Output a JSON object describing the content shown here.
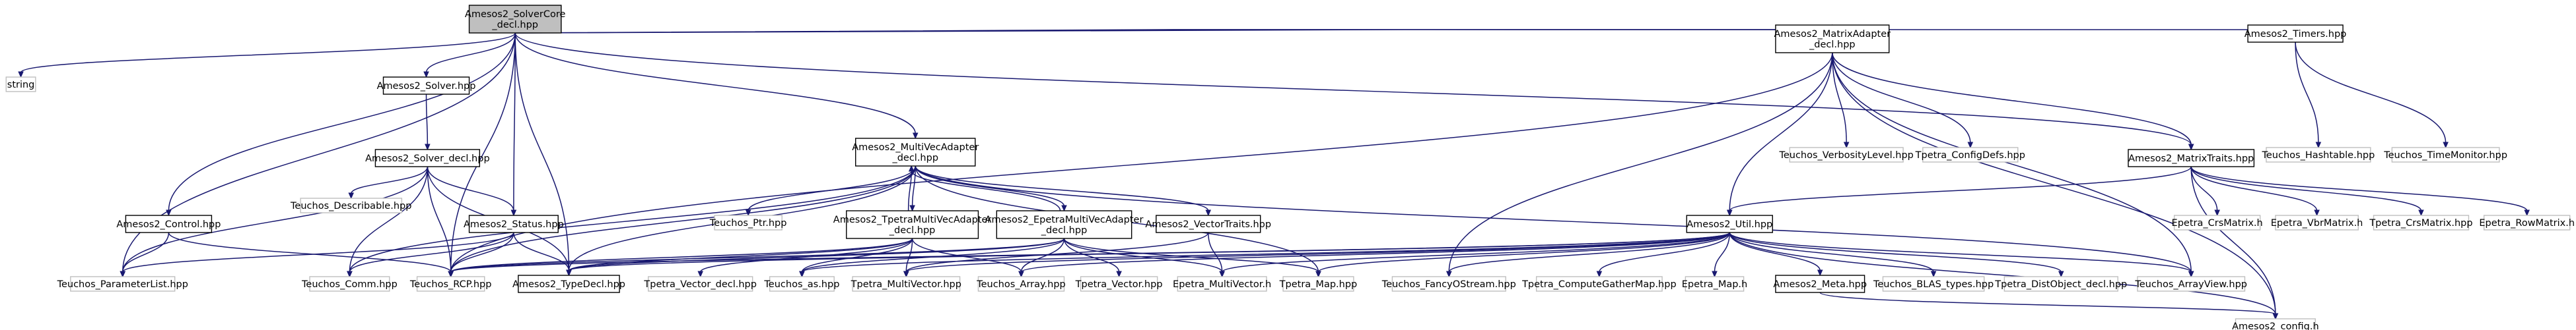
{
  "colors": {
    "edge": "#191970",
    "root_fill": "#bfbfbf",
    "root_stroke": "#000000",
    "documented_stroke": "#000000",
    "external_stroke": "#bfbfbf",
    "box_fill": "#ffffff"
  },
  "nodes": [
    {
      "id": "solvercore",
      "lines": [
        "Amesos2_SolverCore",
        "_decl.hpp"
      ],
      "style": "root"
    },
    {
      "id": "string",
      "lines": [
        "string"
      ],
      "style": "external"
    },
    {
      "id": "solver_hpp",
      "lines": [
        "Amesos2_Solver.hpp"
      ],
      "style": "documented"
    },
    {
      "id": "solver_decl",
      "lines": [
        "Amesos2_Solver_decl.hpp"
      ],
      "style": "documented"
    },
    {
      "id": "describable",
      "lines": [
        "Teuchos_Describable.hpp"
      ],
      "style": "external"
    },
    {
      "id": "control",
      "lines": [
        "Amesos2_Control.hpp"
      ],
      "style": "documented"
    },
    {
      "id": "status",
      "lines": [
        "Amesos2_Status.hpp"
      ],
      "style": "documented"
    },
    {
      "id": "paramlist",
      "lines": [
        "Teuchos_ParameterList.hpp"
      ],
      "style": "external"
    },
    {
      "id": "comm",
      "lines": [
        "Teuchos_Comm.hpp"
      ],
      "style": "external"
    },
    {
      "id": "rcp",
      "lines": [
        "Teuchos_RCP.hpp"
      ],
      "style": "external"
    },
    {
      "id": "typedecl",
      "lines": [
        "Amesos2_TypeDecl.hpp"
      ],
      "style": "documented"
    },
    {
      "id": "mvadapter",
      "lines": [
        "Amesos2_MultiVecAdapter",
        "_decl.hpp"
      ],
      "style": "documented"
    },
    {
      "id": "ptr",
      "lines": [
        "Teuchos_Ptr.hpp"
      ],
      "style": "external"
    },
    {
      "id": "tpetra_mv_adapter",
      "lines": [
        "Amesos2_TpetraMultiVecAdapter",
        "_decl.hpp"
      ],
      "style": "documented"
    },
    {
      "id": "epetra_mv_adapter",
      "lines": [
        "Amesos2_EpetraMultiVecAdapter",
        "_decl.hpp"
      ],
      "style": "documented"
    },
    {
      "id": "vectortraits",
      "lines": [
        "Amesos2_VectorTraits.hpp"
      ],
      "style": "documented"
    },
    {
      "id": "tpetra_vector_decl",
      "lines": [
        "Tpetra_Vector_decl.hpp"
      ],
      "style": "external"
    },
    {
      "id": "as",
      "lines": [
        "Teuchos_as.hpp"
      ],
      "style": "external"
    },
    {
      "id": "tpetra_multivector",
      "lines": [
        "Tpetra_MultiVector.hpp"
      ],
      "style": "external"
    },
    {
      "id": "teuchos_array",
      "lines": [
        "Teuchos_Array.hpp"
      ],
      "style": "external"
    },
    {
      "id": "tpetra_vector",
      "lines": [
        "Tpetra_Vector.hpp"
      ],
      "style": "external"
    },
    {
      "id": "epetra_multivector",
      "lines": [
        "Epetra_MultiVector.h"
      ],
      "style": "external"
    },
    {
      "id": "tpetra_map",
      "lines": [
        "Tpetra_Map.hpp"
      ],
      "style": "external"
    },
    {
      "id": "matrixadapter",
      "lines": [
        "Amesos2_MatrixAdapter",
        "_decl.hpp"
      ],
      "style": "documented"
    },
    {
      "id": "verbositylevel",
      "lines": [
        "Teuchos_VerbosityLevel.hpp"
      ],
      "style": "external"
    },
    {
      "id": "tpetra_configdefs",
      "lines": [
        "Tpetra_ConfigDefs.hpp"
      ],
      "style": "external"
    },
    {
      "id": "util",
      "lines": [
        "Amesos2_Util.hpp"
      ],
      "style": "documented"
    },
    {
      "id": "fancyostream",
      "lines": [
        "Teuchos_FancyOStream.hpp"
      ],
      "style": "external"
    },
    {
      "id": "computegathermap",
      "lines": [
        "Tpetra_ComputeGatherMap.hpp"
      ],
      "style": "external"
    },
    {
      "id": "epetra_map",
      "lines": [
        "Epetra_Map.h"
      ],
      "style": "external"
    },
    {
      "id": "meta",
      "lines": [
        "Amesos2_Meta.hpp"
      ],
      "style": "documented"
    },
    {
      "id": "blas_types",
      "lines": [
        "Teuchos_BLAS_types.hpp"
      ],
      "style": "external"
    },
    {
      "id": "distobject",
      "lines": [
        "Tpetra_DistObject_decl.hpp"
      ],
      "style": "external"
    },
    {
      "id": "arrayview",
      "lines": [
        "Teuchos_ArrayView.hpp"
      ],
      "style": "external"
    },
    {
      "id": "config",
      "lines": [
        "Amesos2_config.h"
      ],
      "style": "external"
    },
    {
      "id": "matrixtraits",
      "lines": [
        "Amesos2_MatrixTraits.hpp"
      ],
      "style": "documented"
    },
    {
      "id": "epetra_crsmatrix",
      "lines": [
        "Epetra_CrsMatrix.h"
      ],
      "style": "external"
    },
    {
      "id": "epetra_vbrmatrix",
      "lines": [
        "Epetra_VbrMatrix.h"
      ],
      "style": "external"
    },
    {
      "id": "tpetra_crsmatrix",
      "lines": [
        "Tpetra_CrsMatrix.hpp"
      ],
      "style": "external"
    },
    {
      "id": "epetra_rowmatrix",
      "lines": [
        "Epetra_RowMatrix.h"
      ],
      "style": "external"
    },
    {
      "id": "timers",
      "lines": [
        "Amesos2_Timers.hpp"
      ],
      "style": "documented"
    },
    {
      "id": "hashtable",
      "lines": [
        "Teuchos_Hashtable.hpp"
      ],
      "style": "external"
    },
    {
      "id": "timemonitor",
      "lines": [
        "Teuchos_TimeMonitor.hpp"
      ],
      "style": "external"
    }
  ],
  "edges": [
    [
      "solvercore",
      "string"
    ],
    [
      "solvercore",
      "solver_hpp"
    ],
    [
      "solvercore",
      "control"
    ],
    [
      "solvercore",
      "paramlist"
    ],
    [
      "solvercore",
      "status"
    ],
    [
      "solvercore",
      "rcp"
    ],
    [
      "solvercore",
      "typedecl"
    ],
    [
      "solvercore",
      "mvadapter"
    ],
    [
      "solvercore",
      "matrixadapter"
    ],
    [
      "solvercore",
      "matrixtraits"
    ],
    [
      "solvercore",
      "timers"
    ],
    [
      "solver_hpp",
      "solver_decl"
    ],
    [
      "solver_decl",
      "paramlist"
    ],
    [
      "solver_decl",
      "describable"
    ],
    [
      "solver_decl",
      "comm"
    ],
    [
      "solver_decl",
      "rcp"
    ],
    [
      "solver_decl",
      "status"
    ],
    [
      "solver_decl",
      "typedecl"
    ],
    [
      "control",
      "paramlist"
    ],
    [
      "control",
      "rcp"
    ],
    [
      "status",
      "paramlist"
    ],
    [
      "status",
      "comm"
    ],
    [
      "status",
      "rcp"
    ],
    [
      "status",
      "typedecl"
    ],
    [
      "mvadapter",
      "ptr"
    ],
    [
      "mvadapter",
      "rcp"
    ],
    [
      "mvadapter",
      "comm"
    ],
    [
      "mvadapter",
      "typedecl"
    ],
    [
      "mvadapter",
      "tpetra_mv_adapter"
    ],
    [
      "mvadapter",
      "epetra_mv_adapter"
    ],
    [
      "mvadapter",
      "vectortraits"
    ],
    [
      "mvadapter",
      "tpetra_map"
    ],
    [
      "mvadapter",
      "arrayview"
    ],
    [
      "tpetra_mv_adapter",
      "mvadapter"
    ],
    [
      "tpetra_mv_adapter",
      "rcp"
    ],
    [
      "tpetra_mv_adapter",
      "typedecl"
    ],
    [
      "tpetra_mv_adapter",
      "tpetra_vector_decl"
    ],
    [
      "tpetra_mv_adapter",
      "as"
    ],
    [
      "tpetra_mv_adapter",
      "tpetra_multivector"
    ],
    [
      "tpetra_mv_adapter",
      "teuchos_array"
    ],
    [
      "epetra_mv_adapter",
      "mvadapter"
    ],
    [
      "epetra_mv_adapter",
      "rcp"
    ],
    [
      "epetra_mv_adapter",
      "typedecl"
    ],
    [
      "epetra_mv_adapter",
      "as"
    ],
    [
      "epetra_mv_adapter",
      "teuchos_array"
    ],
    [
      "epetra_mv_adapter",
      "tpetra_vector"
    ],
    [
      "epetra_mv_adapter",
      "epetra_multivector"
    ],
    [
      "epetra_mv_adapter",
      "tpetra_map"
    ],
    [
      "vectortraits",
      "tpetra_multivector"
    ],
    [
      "vectortraits",
      "epetra_multivector"
    ],
    [
      "matrixadapter",
      "rcp"
    ],
    [
      "matrixadapter",
      "verbositylevel"
    ],
    [
      "matrixadapter",
      "tpetra_configdefs"
    ],
    [
      "matrixadapter",
      "util"
    ],
    [
      "matrixadapter",
      "fancyostream"
    ],
    [
      "matrixadapter",
      "matrixtraits"
    ],
    [
      "matrixadapter",
      "arrayview"
    ],
    [
      "matrixadapter",
      "config"
    ],
    [
      "util",
      "rcp"
    ],
    [
      "util",
      "typedecl"
    ],
    [
      "util",
      "as"
    ],
    [
      "util",
      "tpetra_multivector"
    ],
    [
      "util",
      "teuchos_array"
    ],
    [
      "util",
      "epetra_multivector"
    ],
    [
      "util",
      "tpetra_map"
    ],
    [
      "util",
      "fancyostream"
    ],
    [
      "util",
      "computegathermap"
    ],
    [
      "util",
      "epetra_map"
    ],
    [
      "util",
      "meta"
    ],
    [
      "util",
      "blas_types"
    ],
    [
      "util",
      "distobject"
    ],
    [
      "util",
      "arrayview"
    ],
    [
      "util",
      "config"
    ],
    [
      "meta",
      "config"
    ],
    [
      "matrixtraits",
      "util"
    ],
    [
      "matrixtraits",
      "epetra_crsmatrix"
    ],
    [
      "matrixtraits",
      "epetra_vbrmatrix"
    ],
    [
      "matrixtraits",
      "tpetra_crsmatrix"
    ],
    [
      "matrixtraits",
      "epetra_rowmatrix"
    ],
    [
      "matrixtraits",
      "config"
    ],
    [
      "timers",
      "hashtable"
    ],
    [
      "timers",
      "timemonitor"
    ]
  ]
}
